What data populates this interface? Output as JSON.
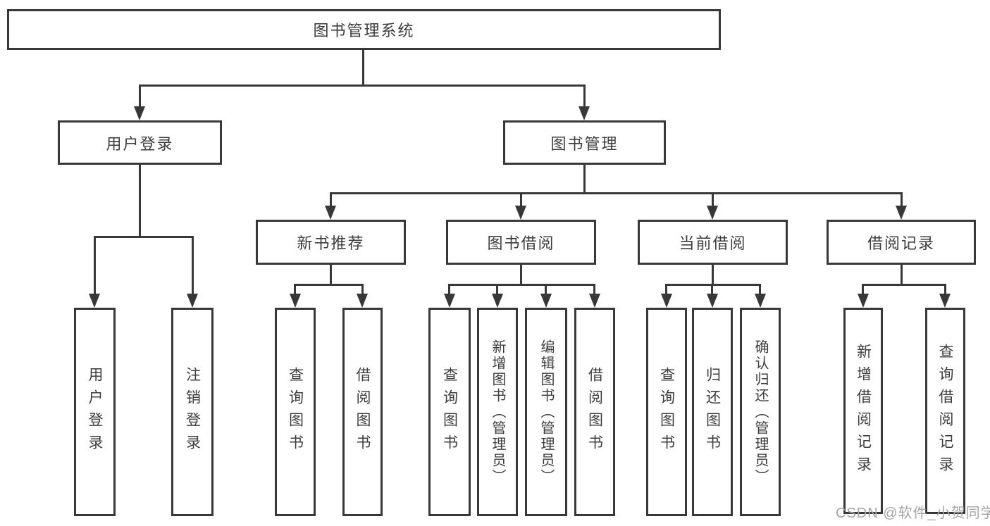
{
  "nodes": {
    "root": "图书管理系统",
    "l2": [
      "用户登录",
      "图书管理"
    ],
    "l3": [
      "新书推荐",
      "图书借阅",
      "当前借阅",
      "借阅记录"
    ],
    "l4": [
      "用户登录",
      "注销登录",
      "查询图书",
      "借阅图书",
      "查询图书",
      "新增图书（管理员）",
      "编辑图书（管理员）",
      "借阅图书",
      "查询图书",
      "归还图书",
      "确认归还（管理员）",
      "新增借阅记录",
      "查询借阅记录"
    ]
  },
  "watermark": {
    "text": "CSDN @软件_小贺同学"
  },
  "colors": {
    "line": "#383838",
    "text": "#3d3d3d",
    "watermark": "#a6a6a6",
    "background": "#ffffff"
  }
}
